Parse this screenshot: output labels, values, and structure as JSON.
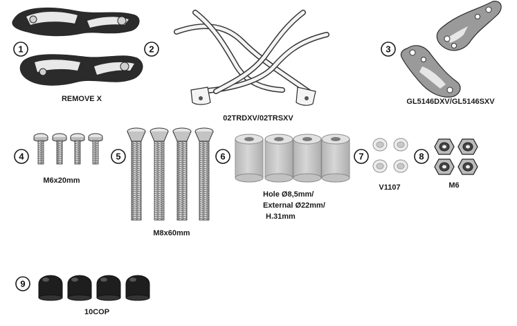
{
  "items": [
    {
      "number": "1"
    },
    {
      "number": "2"
    },
    {
      "number": "3"
    },
    {
      "number": "4"
    },
    {
      "number": "5"
    },
    {
      "number": "6"
    },
    {
      "number": "7"
    },
    {
      "number": "8"
    },
    {
      "number": "9"
    }
  ],
  "labels": {
    "remove_x": "REMOVE X",
    "frame": "02TRDXV/02TRSXV",
    "plates": "GL5146DXV/GL5146SXV",
    "m6x20": "M6x20mm",
    "m8x60": "M8x60mm",
    "spacer_line1": "Hole Ø8,5mm/",
    "spacer_line2": "External Ø22mm/",
    "spacer_line3": "H.31mm",
    "bushing": "V1107",
    "nut": "M6",
    "cap": "10COP"
  },
  "colors": {
    "part_dark": "#2b2b2b",
    "part_light": "#d9d9d9",
    "part_mid": "#9a9a9a",
    "spacer": "#c8c8c8"
  }
}
